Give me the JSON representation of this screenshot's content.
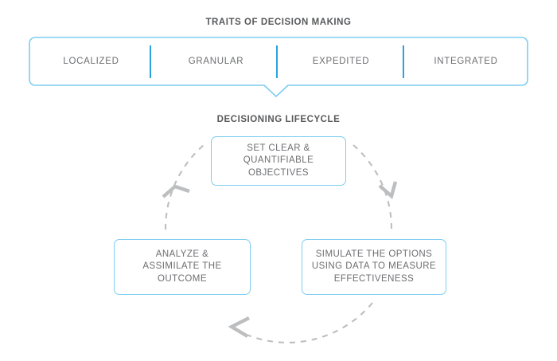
{
  "traits_section": {
    "title": "TRAITS OF DECISION MAKING",
    "items": [
      {
        "label": "LOCALIZED"
      },
      {
        "label": "GRANULAR"
      },
      {
        "label": "EXPEDITED"
      },
      {
        "label": "INTEGRATED"
      }
    ]
  },
  "lifecycle_section": {
    "title": "DECISIONING LIFECYCLE",
    "nodes": [
      {
        "id": "objectives",
        "label": "SET CLEAR &\nQUANTIFIABLE\nOBJECTIVES"
      },
      {
        "id": "simulate",
        "label": "SIMULATE THE OPTIONS\nUSING DATA TO MEASURE\nEFFECTIVENESS"
      },
      {
        "id": "analyze",
        "label": "ANALYZE &\nASSIMILATE THE\nOUTCOME"
      }
    ],
    "flow_direction": "clockwise",
    "connectors": [
      {
        "from": "objectives",
        "to": "simulate",
        "style": "dashed-arc-arrow"
      },
      {
        "from": "simulate",
        "to": "analyze",
        "style": "dashed-arc-arrow"
      },
      {
        "from": "analyze",
        "to": "objectives",
        "style": "dashed-arc-arrow"
      }
    ]
  },
  "colors": {
    "box_border": "#7dcdf0",
    "divider": "#29a3dc",
    "heading_text": "#58595b",
    "body_text": "#6d6e71",
    "arrow": "#bcbec0",
    "background": "#ffffff"
  }
}
